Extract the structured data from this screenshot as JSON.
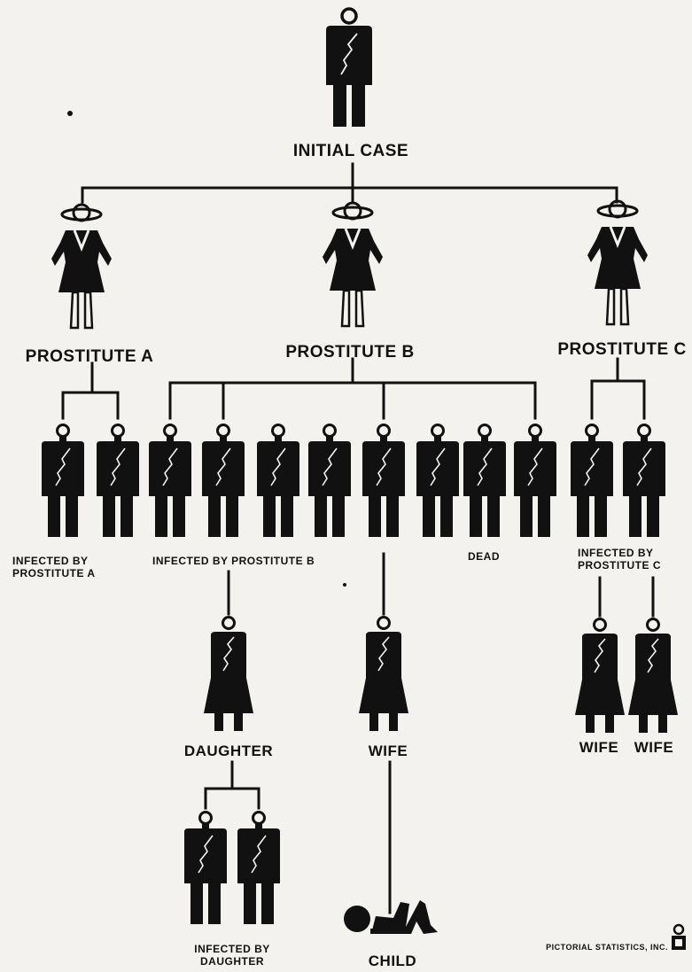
{
  "labels": {
    "initial_case": "INITIAL CASE",
    "prostitute_a": "PROSTITUTE A",
    "prostitute_b": "PROSTITUTE B",
    "prostitute_c": "PROSTITUTE C",
    "infected_by_a_line1": "INFECTED BY",
    "infected_by_a_line2": "PROSTITUTE A",
    "infected_by_b": "INFECTED BY  PROSTITUTE B",
    "dead": "DEAD",
    "infected_by_c_line1": "INFECTED BY",
    "infected_by_c_line2": "PROSTITUTE C",
    "daughter": "DAUGHTER",
    "wife": "WIFE",
    "wife_c1": "WIFE",
    "wife_c2": "WIFE",
    "infected_by_daughter_line1": "INFECTED BY",
    "infected_by_daughter_line2": "DAUGHTER",
    "child": "CHILD",
    "credit": "PICTORIAL STATISTICS, INC."
  },
  "icons": {
    "man": "man-icon",
    "prostitute": "prostitute-icon",
    "woman": "woman-icon",
    "child": "child-icon",
    "logo": "pictorial-statistics-logo"
  },
  "colors": {
    "ink": "#111111",
    "paper": "#f3f2ee"
  }
}
